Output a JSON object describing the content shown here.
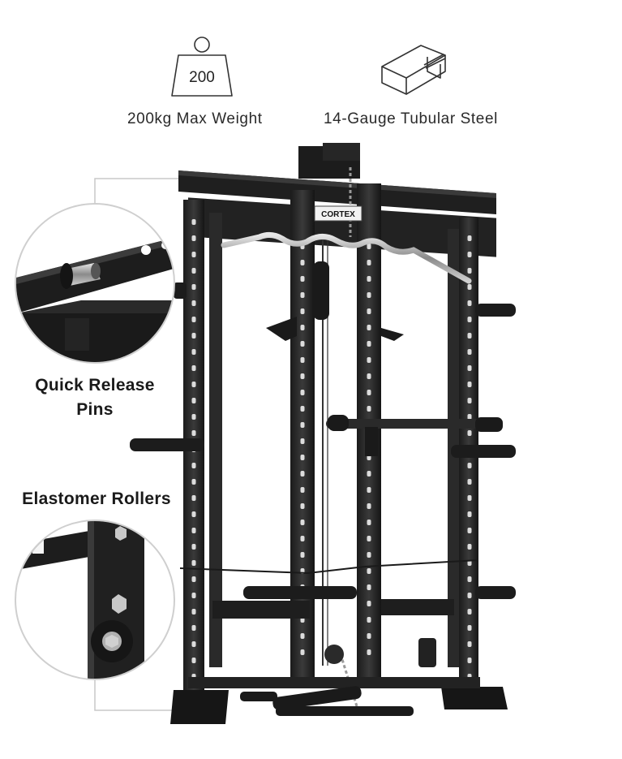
{
  "features": [
    {
      "icon": "weight-icon",
      "weight_value": "200",
      "label": "200kg Max Weight"
    },
    {
      "icon": "tubular-steel-icon",
      "label": "14-Gauge Tubular Steel"
    }
  ],
  "callouts": [
    {
      "icon": "quick-release-pin-closeup",
      "label_line1": "Quick Release",
      "label_line2": "Pins"
    },
    {
      "icon": "elastomer-roller-closeup",
      "label": "Elastomer Rollers"
    }
  ],
  "product": {
    "brand": "CORTEX"
  }
}
